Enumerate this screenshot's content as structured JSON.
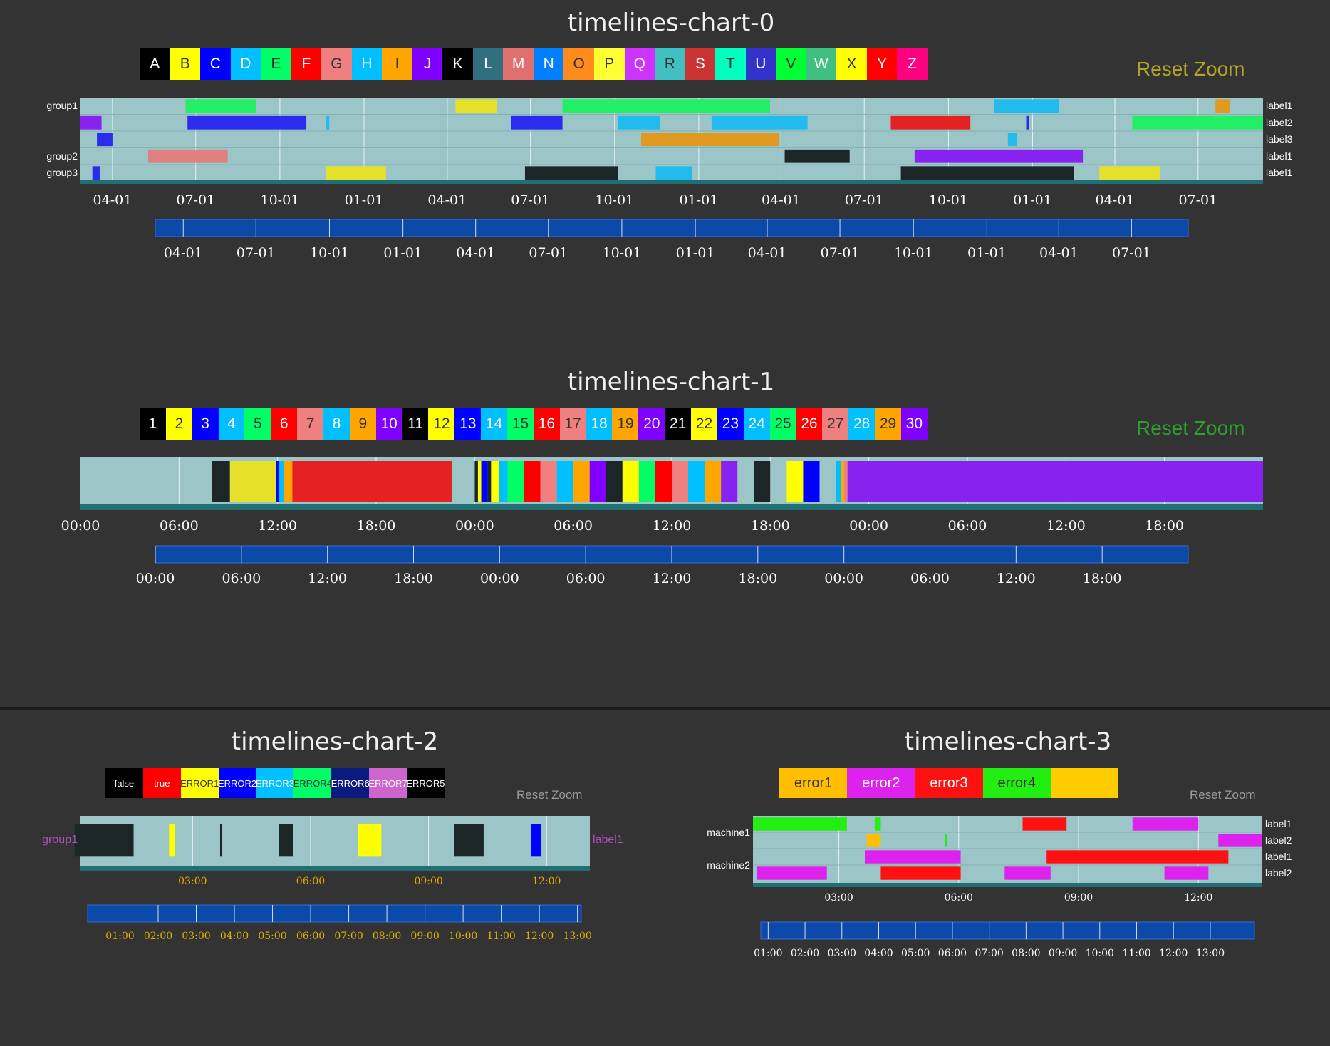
{
  "charts": [
    {
      "title": "timelines-chart-0",
      "reset_label": "Reset Zoom",
      "reset_color": "#b5a42a",
      "legend": [
        {
          "label": "A",
          "color": "#000000"
        },
        {
          "label": "B",
          "color": "#ffff00"
        },
        {
          "label": "C",
          "color": "#0000ff"
        },
        {
          "label": "D",
          "color": "#00bfff"
        },
        {
          "label": "E",
          "color": "#00ff66"
        },
        {
          "label": "F",
          "color": "#ff0000"
        },
        {
          "label": "G",
          "color": "#f08080"
        },
        {
          "label": "H",
          "color": "#00bfff"
        },
        {
          "label": "I",
          "color": "#ffa500"
        },
        {
          "label": "J",
          "color": "#8000ff"
        },
        {
          "label": "K",
          "color": "#000000"
        },
        {
          "label": "L",
          "color": "#2f6f7f"
        },
        {
          "label": "M",
          "color": "#e07070"
        },
        {
          "label": "N",
          "color": "#0080ff"
        },
        {
          "label": "O",
          "color": "#ff8c1a"
        },
        {
          "label": "P",
          "color": "#ffff33"
        },
        {
          "label": "Q",
          "color": "#cc33ff"
        },
        {
          "label": "R",
          "color": "#40c0c0"
        },
        {
          "label": "S",
          "color": "#cc3333"
        },
        {
          "label": "T",
          "color": "#00ffbf"
        },
        {
          "label": "U",
          "color": "#3333cc"
        },
        {
          "label": "V",
          "color": "#00ff33"
        },
        {
          "label": "W",
          "color": "#40c080"
        },
        {
          "label": "X",
          "color": "#ffff00"
        },
        {
          "label": "Y",
          "color": "#ff0000"
        },
        {
          "label": "Z",
          "color": "#ff0080"
        }
      ],
      "group_labels": [
        "group1",
        "",
        "",
        "group2",
        "group3"
      ],
      "row_labels": [
        "label1",
        "label2",
        "label3",
        "label1",
        "label1"
      ],
      "x_ticks": [
        "04-01",
        "07-01",
        "10-01",
        "01-01",
        "04-01",
        "07-01",
        "10-01",
        "01-01",
        "04-01",
        "07-01",
        "10-01",
        "01-01",
        "04-01",
        "07-01"
      ],
      "brush_ticks": [
        "04-01",
        "07-01",
        "10-01",
        "01-01",
        "04-01",
        "07-01",
        "10-01",
        "01-01",
        "04-01",
        "07-01",
        "10-01",
        "01-01",
        "04-01",
        "07-01"
      ]
    },
    {
      "title": "timelines-chart-1",
      "reset_label": "Reset Zoom",
      "reset_color": "#2ea02e",
      "legend": [
        {
          "label": "1",
          "color": "#000000"
        },
        {
          "label": "2",
          "color": "#ffff00"
        },
        {
          "label": "3",
          "color": "#0000ff"
        },
        {
          "label": "4",
          "color": "#00bfff"
        },
        {
          "label": "5",
          "color": "#00ff66"
        },
        {
          "label": "6",
          "color": "#ff0000"
        },
        {
          "label": "7",
          "color": "#f08080"
        },
        {
          "label": "8",
          "color": "#00bfff"
        },
        {
          "label": "9",
          "color": "#ffa500"
        },
        {
          "label": "10",
          "color": "#8000ff"
        },
        {
          "label": "11",
          "color": "#000000"
        },
        {
          "label": "12",
          "color": "#ffff00"
        },
        {
          "label": "13",
          "color": "#0000ff"
        },
        {
          "label": "14",
          "color": "#00bfff"
        },
        {
          "label": "15",
          "color": "#00ff66"
        },
        {
          "label": "16",
          "color": "#ff0000"
        },
        {
          "label": "17",
          "color": "#f08080"
        },
        {
          "label": "18",
          "color": "#00bfff"
        },
        {
          "label": "19",
          "color": "#ffa500"
        },
        {
          "label": "20",
          "color": "#8000ff"
        },
        {
          "label": "21",
          "color": "#000000"
        },
        {
          "label": "22",
          "color": "#ffff00"
        },
        {
          "label": "23",
          "color": "#0000ff"
        },
        {
          "label": "24",
          "color": "#00bfff"
        },
        {
          "label": "25",
          "color": "#00ff66"
        },
        {
          "label": "26",
          "color": "#ff0000"
        },
        {
          "label": "27",
          "color": "#f08080"
        },
        {
          "label": "28",
          "color": "#00bfff"
        },
        {
          "label": "29",
          "color": "#ffa500"
        },
        {
          "label": "30",
          "color": "#8000ff"
        }
      ],
      "group_labels": [
        ""
      ],
      "row_labels": [
        ""
      ],
      "x_ticks": [
        "00:00",
        "06:00",
        "12:00",
        "18:00",
        "00:00",
        "06:00",
        "12:00",
        "18:00",
        "00:00",
        "06:00",
        "12:00",
        "18:00"
      ],
      "brush_ticks": [
        "00:00",
        "06:00",
        "12:00",
        "18:00",
        "00:00",
        "06:00",
        "12:00",
        "18:00",
        "00:00",
        "06:00",
        "12:00",
        "18:00"
      ]
    },
    {
      "title": "timelines-chart-2",
      "reset_label": "Reset Zoom",
      "reset_color": "#9a9a9a",
      "legend": [
        {
          "label": "false",
          "color": "#000000"
        },
        {
          "label": "true",
          "color": "#ff0000"
        },
        {
          "label": "ERROR1",
          "color": "#ffff00"
        },
        {
          "label": "ERROR2",
          "color": "#0000ff"
        },
        {
          "label": "ERROR3",
          "color": "#00bfff"
        },
        {
          "label": "ERROR4",
          "color": "#00ff66"
        },
        {
          "label": "ERROR6",
          "color": "#0a1a7f"
        },
        {
          "label": "ERROR7",
          "color": "#cc66cc"
        },
        {
          "label": "ERROR5",
          "color": "#000000"
        }
      ],
      "group_labels": [
        "group1"
      ],
      "row_labels": [
        "label1"
      ],
      "label_color": "#b04cc0",
      "x_ticks": [
        "03:00",
        "06:00",
        "09:00",
        "12:00"
      ],
      "brush_ticks": [
        "01:00",
        "02:00",
        "03:00",
        "04:00",
        "05:00",
        "06:00",
        "07:00",
        "08:00",
        "09:00",
        "10:00",
        "11:00",
        "12:00",
        "13:00"
      ],
      "tick_color": "#e0b000"
    },
    {
      "title": "timelines-chart-3",
      "reset_label": "Reset Zoom",
      "reset_color": "#9a9a9a",
      "legend": [
        {
          "label": "error1",
          "color": "#ffbf00"
        },
        {
          "label": "error2",
          "color": "#dd22ee"
        },
        {
          "label": "error3",
          "color": "#ff1111"
        },
        {
          "label": "error4",
          "color": "#22ee11"
        },
        {
          "label": "",
          "color": "#ffcc00"
        }
      ],
      "group_labels": [
        "machine1",
        "",
        "machine2",
        ""
      ],
      "row_labels": [
        "label1",
        "label2",
        "label1",
        "label2"
      ],
      "x_ticks": [
        "03:00",
        "06:00",
        "09:00",
        "12:00"
      ],
      "brush_ticks": [
        "01:00",
        "02:00",
        "03:00",
        "04:00",
        "05:00",
        "06:00",
        "07:00",
        "08:00",
        "09:00",
        "10:00",
        "11:00",
        "12:00",
        "13:00"
      ],
      "tick_color": "#ffffff"
    }
  ],
  "chart_data": [
    {
      "type": "timeline",
      "title": "timelines-chart-0",
      "x_axis": "dates",
      "series": [
        {
          "group": "group1",
          "label": "label1",
          "segments": [
            {
              "start": "2019-06-20",
              "end": "2019-09-05",
              "val": "E"
            },
            {
              "start": "2020-04-10",
              "end": "2020-05-25",
              "val": "B"
            },
            {
              "start": "2020-08-05",
              "end": "2021-03-20",
              "val": "E"
            },
            {
              "start": "2021-11-20",
              "end": "2022-01-30",
              "val": "H"
            },
            {
              "start": "2022-07-20",
              "end": "2022-08-05",
              "val": "I"
            }
          ]
        },
        {
          "group": "group1",
          "label": "label2",
          "segments": [
            {
              "start": "2019-02-25",
              "end": "2019-03-20",
              "val": "J"
            },
            {
              "start": "2019-06-22",
              "end": "2019-10-30",
              "val": "C"
            },
            {
              "start": "2019-11-20",
              "end": "2019-11-24",
              "val": "H"
            },
            {
              "start": "2020-06-10",
              "end": "2020-08-05",
              "val": "C"
            },
            {
              "start": "2020-10-05",
              "end": "2020-11-20",
              "val": "H"
            },
            {
              "start": "2021-01-15",
              "end": "2021-04-30",
              "val": "H"
            },
            {
              "start": "2021-07-30",
              "end": "2021-10-25",
              "val": "F"
            },
            {
              "start": "2021-12-25",
              "end": "2021-12-28",
              "val": "C"
            },
            {
              "start": "2022-04-20",
              "end": "2022-09-10",
              "val": "E"
            }
          ]
        },
        {
          "group": "group1",
          "label": "label3",
          "segments": [
            {
              "start": "2019-03-15",
              "end": "2019-04-01",
              "val": "C"
            },
            {
              "start": "2020-10-30",
              "end": "2021-03-30",
              "val": "I"
            },
            {
              "start": "2021-12-05",
              "end": "2021-12-15",
              "val": "H"
            }
          ]
        },
        {
          "group": "group2",
          "label": "label1",
          "segments": [
            {
              "start": "2019-05-10",
              "end": "2019-08-05",
              "val": "G"
            },
            {
              "start": "2021-04-05",
              "end": "2021-06-15",
              "val": "K"
            },
            {
              "start": "2021-08-25",
              "end": "2022-02-25",
              "val": "J"
            }
          ]
        },
        {
          "group": "group3",
          "label": "label1",
          "segments": [
            {
              "start": "2019-03-10",
              "end": "2019-03-18",
              "val": "C"
            },
            {
              "start": "2019-11-20",
              "end": "2020-01-25",
              "val": "B"
            },
            {
              "start": "2020-06-25",
              "end": "2020-10-05",
              "val": "K"
            },
            {
              "start": "2020-11-15",
              "end": "2020-12-25",
              "val": "H"
            },
            {
              "start": "2021-08-10",
              "end": "2022-02-15",
              "val": "K"
            },
            {
              "start": "2022-03-15",
              "end": "2022-05-20",
              "val": "B"
            }
          ]
        }
      ],
      "domain": [
        "2019-02-25",
        "2022-09-10"
      ],
      "brush_domain": [
        "2019-02-25",
        "2022-09-10"
      ]
    },
    {
      "type": "timeline",
      "title": "timelines-chart-1",
      "x_axis": "time (hours from first midnight)",
      "series": [
        {
          "group": "",
          "label": "",
          "segments": [
            {
              "start": 8.0,
              "end": 9.1,
              "val": "1"
            },
            {
              "start": 9.1,
              "end": 11.9,
              "val": "2"
            },
            {
              "start": 11.9,
              "end": 12.1,
              "val": "3"
            },
            {
              "start": 12.1,
              "end": 12.4,
              "val": "4"
            },
            {
              "start": 12.4,
              "end": 12.9,
              "val": "9"
            },
            {
              "start": 12.9,
              "end": 22.6,
              "val": "6"
            },
            {
              "start": 24.0,
              "end": 24.2,
              "val": "11"
            },
            {
              "start": 24.2,
              "end": 24.4,
              "val": "12"
            },
            {
              "start": 24.4,
              "end": 24.8,
              "val": "13"
            },
            {
              "start": 24.8,
              "end": 25.0,
              "val": "11"
            },
            {
              "start": 25.0,
              "end": 25.5,
              "val": "12"
            },
            {
              "start": 25.5,
              "end": 26.0,
              "val": "14"
            },
            {
              "start": 26.0,
              "end": 27.0,
              "val": "15"
            },
            {
              "start": 27.0,
              "end": 28.0,
              "val": "16"
            },
            {
              "start": 28.0,
              "end": 29.0,
              "val": "17"
            },
            {
              "start": 29.0,
              "end": 30.0,
              "val": "18"
            },
            {
              "start": 30.0,
              "end": 31.0,
              "val": "19"
            },
            {
              "start": 31.0,
              "end": 32.0,
              "val": "20"
            },
            {
              "start": 32.0,
              "end": 33.0,
              "val": "21"
            },
            {
              "start": 33.0,
              "end": 34.0,
              "val": "22"
            },
            {
              "start": 34.0,
              "end": 35.0,
              "val": "25"
            },
            {
              "start": 35.0,
              "end": 36.0,
              "val": "26"
            },
            {
              "start": 36.0,
              "end": 37.0,
              "val": "27"
            },
            {
              "start": 37.0,
              "end": 38.0,
              "val": "28"
            },
            {
              "start": 38.0,
              "end": 39.0,
              "val": "29"
            },
            {
              "start": 39.0,
              "end": 40.0,
              "val": "30"
            },
            {
              "start": 41.0,
              "end": 42.0,
              "val": "21"
            },
            {
              "start": 43.0,
              "end": 44.0,
              "val": "22"
            },
            {
              "start": 44.0,
              "end": 45.0,
              "val": "23"
            },
            {
              "start": 46.0,
              "end": 46.3,
              "val": "24"
            },
            {
              "start": 46.3,
              "end": 46.5,
              "val": "29"
            },
            {
              "start": 46.5,
              "end": 46.7,
              "val": "27"
            },
            {
              "start": 46.7,
              "end": 72.0,
              "val": "30"
            }
          ]
        }
      ],
      "domain": [
        0,
        72
      ],
      "brush_domain": [
        0,
        72
      ]
    },
    {
      "type": "timeline",
      "title": "timelines-chart-2",
      "x_axis": "time (hours)",
      "series": [
        {
          "group": "group1",
          "label": "label1",
          "segments": [
            {
              "start": 0.0,
              "end": 1.5,
              "val": "false"
            },
            {
              "start": 2.4,
              "end": 2.55,
              "val": "ERROR1"
            },
            {
              "start": 3.7,
              "end": 3.75,
              "val": "false"
            },
            {
              "start": 5.2,
              "end": 5.55,
              "val": "false"
            },
            {
              "start": 7.2,
              "end": 7.8,
              "val": "ERROR1"
            },
            {
              "start": 9.65,
              "end": 10.4,
              "val": "false"
            },
            {
              "start": 11.6,
              "end": 11.85,
              "val": "ERROR2"
            }
          ]
        }
      ],
      "domain": [
        0.15,
        13.1
      ],
      "brush_domain": [
        0.15,
        13.1
      ]
    },
    {
      "type": "timeline",
      "title": "timelines-chart-3",
      "x_axis": "time (hours)",
      "series": [
        {
          "group": "machine1",
          "label": "label1",
          "segments": [
            {
              "start": 0.85,
              "end": 3.2,
              "val": "error4"
            },
            {
              "start": 3.9,
              "end": 4.05,
              "val": "error4"
            },
            {
              "start": 7.6,
              "end": 8.7,
              "val": "error3"
            },
            {
              "start": 10.35,
              "end": 12.0,
              "val": "error2"
            }
          ]
        },
        {
          "group": "machine1",
          "label": "label2",
          "segments": [
            {
              "start": 3.7,
              "end": 4.05,
              "val": "error1"
            },
            {
              "start": 5.65,
              "end": 5.7,
              "val": "error4"
            },
            {
              "start": 12.5,
              "end": 13.6,
              "val": "error2"
            }
          ]
        },
        {
          "group": "machine2",
          "label": "label1",
          "segments": [
            {
              "start": 3.65,
              "end": 6.05,
              "val": "error2"
            },
            {
              "start": 8.2,
              "end": 12.75,
              "val": "error3"
            }
          ]
        },
        {
          "group": "machine2",
          "label": "label2",
          "segments": [
            {
              "start": 0.95,
              "end": 2.7,
              "val": "error2"
            },
            {
              "start": 4.05,
              "end": 6.05,
              "val": "error3"
            },
            {
              "start": 7.15,
              "end": 8.3,
              "val": "error2"
            },
            {
              "start": 11.15,
              "end": 12.25,
              "val": "error2"
            }
          ]
        }
      ],
      "domain": [
        0.85,
        13.6
      ],
      "brush_domain": [
        0.8,
        14.2
      ]
    }
  ]
}
